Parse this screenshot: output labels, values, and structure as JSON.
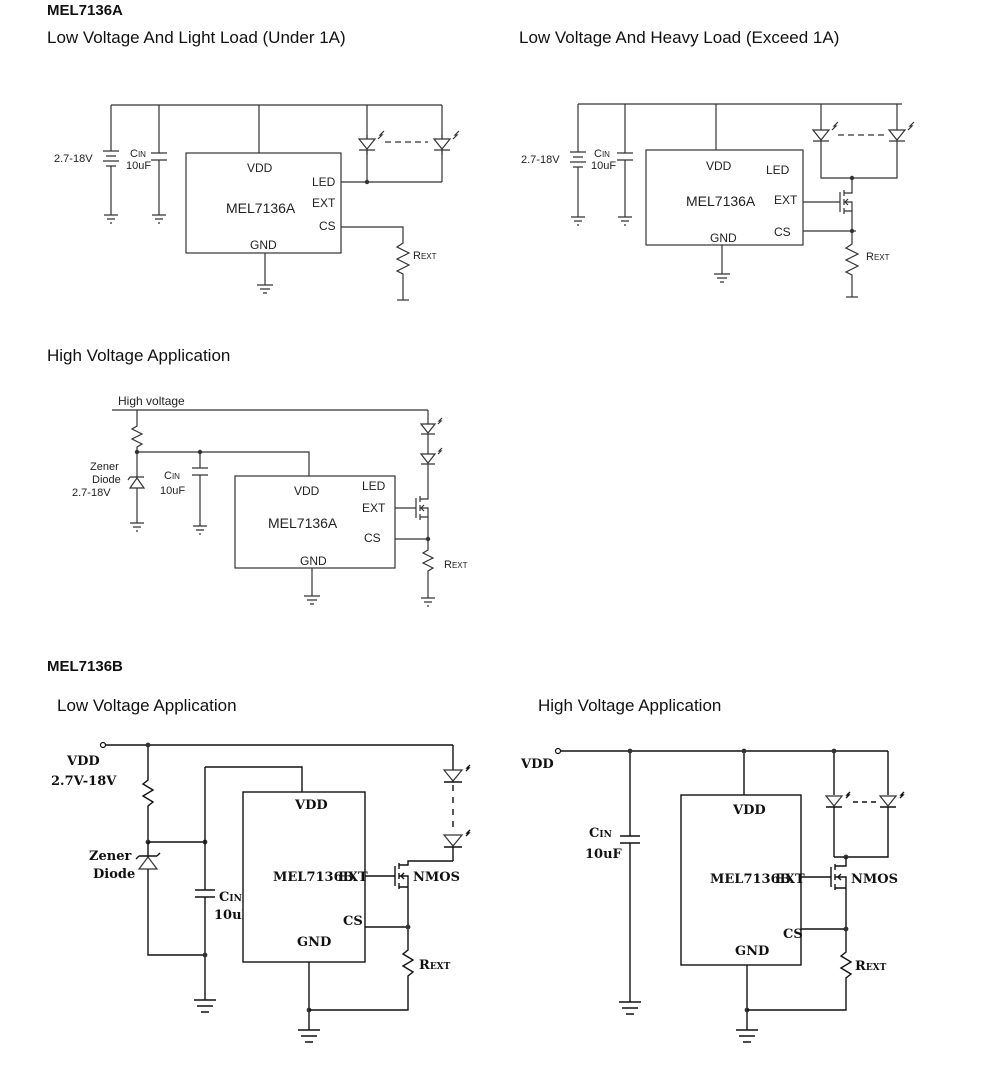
{
  "sections": {
    "a_heading": "MEL7136A",
    "b_heading": "MEL7136B"
  },
  "captions": {
    "a1": "Low Voltage And Light Load (Under 1A)",
    "a2": "Low Voltage And Heavy Load (Exceed 1A)",
    "a3": "High Voltage Application",
    "b1": "Low Voltage Application",
    "b2": "High Voltage Application"
  },
  "labels": {
    "supply_range": "2.7-18V",
    "cin_prefix": "C",
    "cin_sub": "IN",
    "cin_value": "10uF",
    "chip_a": "MEL7136A",
    "chip_b": "MEL7136B",
    "vdd": "VDD",
    "led": "LED",
    "ext": "EXT",
    "cs": "CS",
    "gnd": "GND",
    "rext_prefix": "R",
    "rext_sub": "EXT",
    "high_voltage": "High voltage",
    "zener_1": "Zener",
    "diode": "Diode",
    "supply_b": "2.7V-18V",
    "nmos": "NMOS"
  }
}
